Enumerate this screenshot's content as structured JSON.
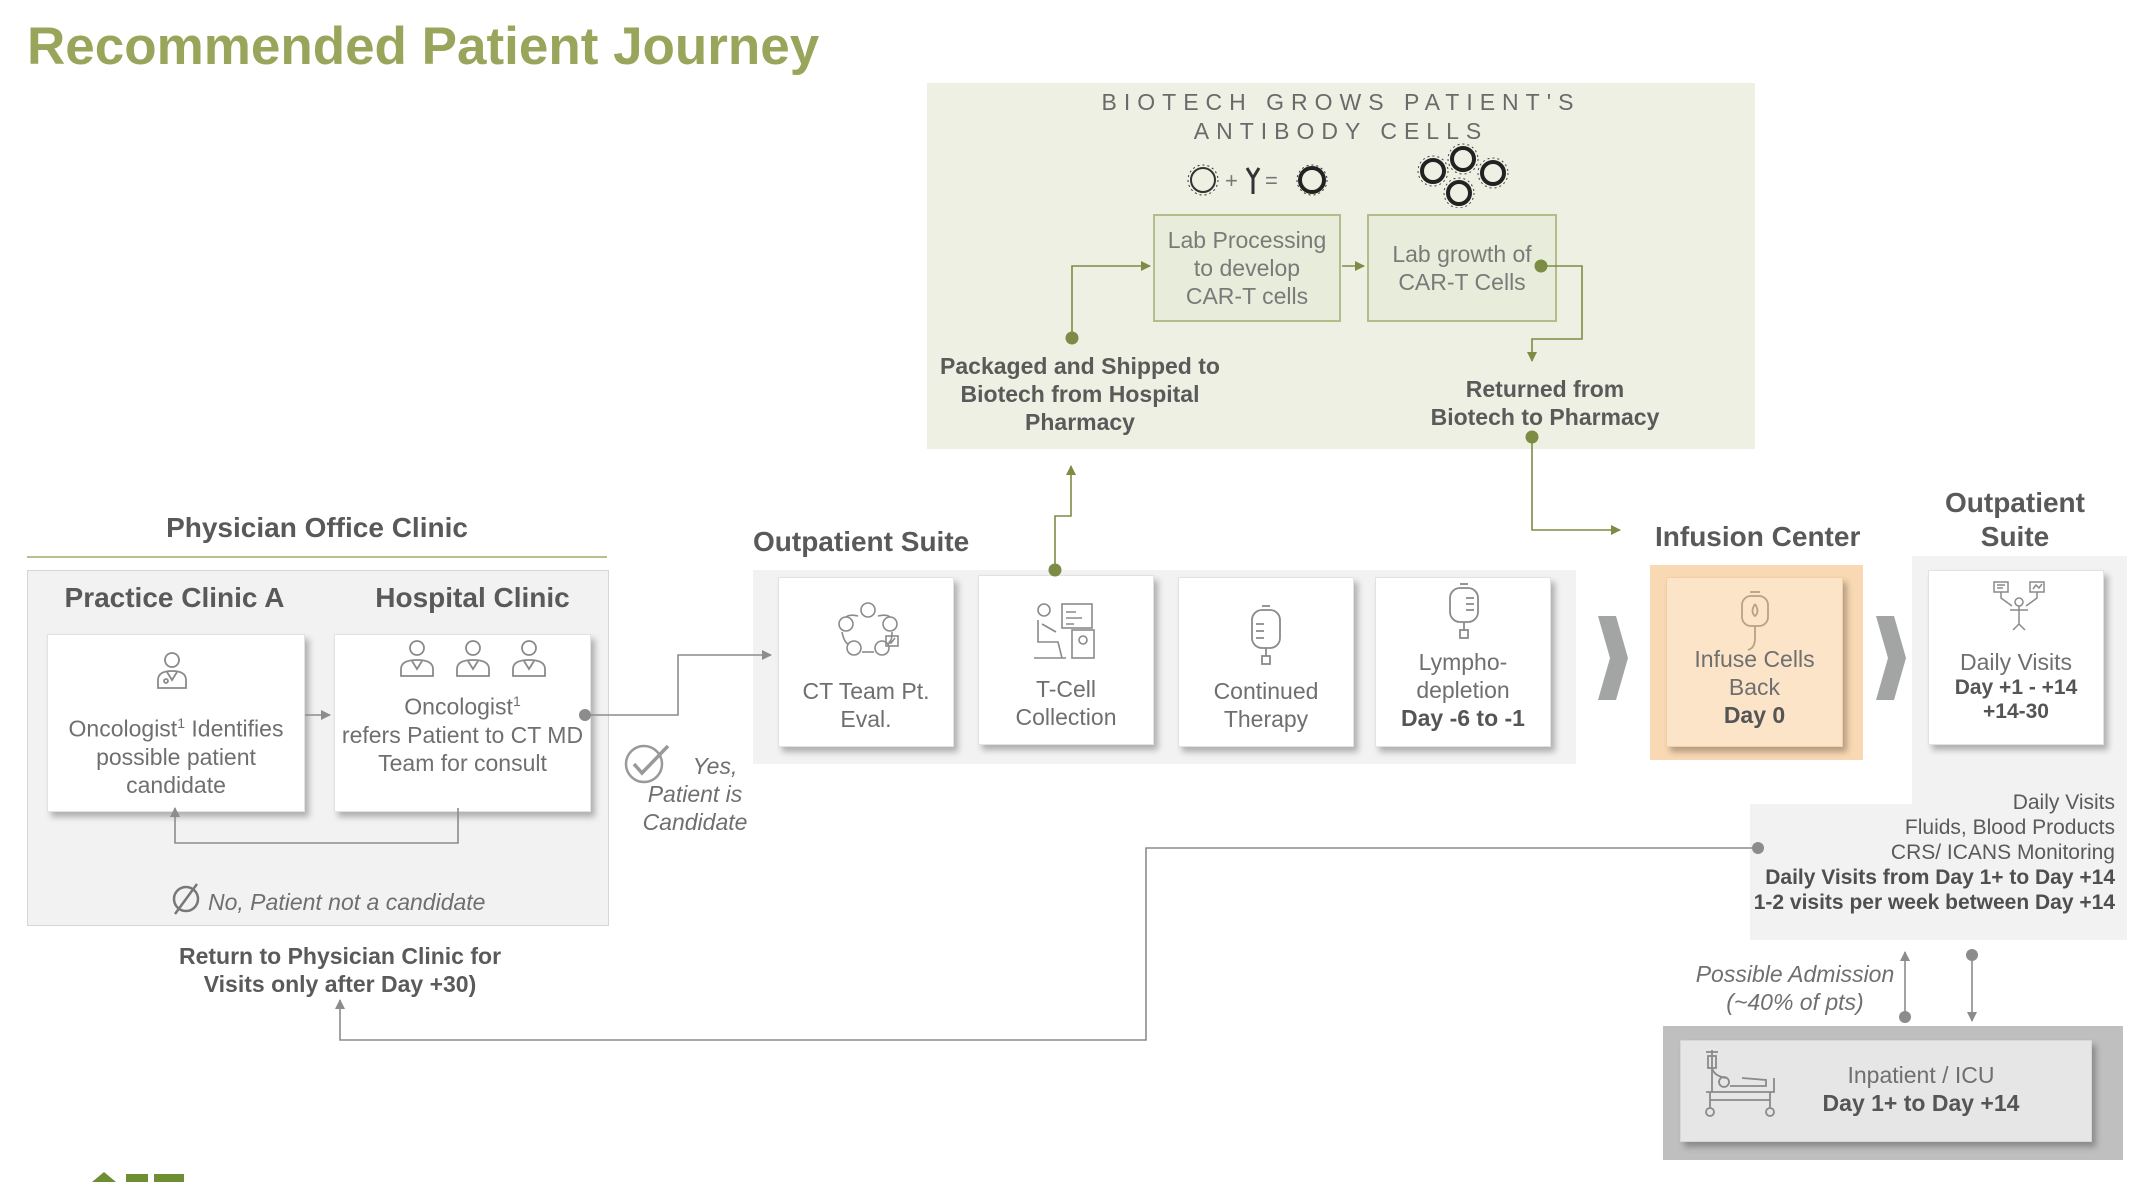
{
  "title": "Recommended Patient Journey",
  "biotech": {
    "heading_line1": "BIOTECH GROWS PATIENT'S",
    "heading_line2": "ANTIBODY CELLS",
    "lab_processing": [
      "Lab Processing",
      "to develop",
      "CAR-T cells"
    ],
    "lab_growth": [
      "Lab growth of",
      "CAR-T Cells"
    ],
    "packaged": [
      "Packaged and Shipped to",
      "Biotech from Hospital",
      "Pharmacy"
    ],
    "returned": [
      "Returned from",
      "Biotech to Pharmacy"
    ]
  },
  "physician": {
    "section_title": "Physician Office Clinic",
    "practice_clinic": "Practice Clinic A",
    "hospital_clinic": "Hospital Clinic",
    "oncologist_identifies": {
      "pre": "Oncologist",
      "sup": "1",
      "post": " Identifies",
      "line2": "possible patient",
      "line3": "candidate"
    },
    "oncologist_refers": {
      "pre": "Oncologist",
      "sup": "1",
      "line2": "refers Patient to CT MD",
      "line3": "Team for consult"
    },
    "not_candidate": "No, Patient not a candidate",
    "return_note": [
      "Return to Physician Clinic for",
      "Visits only after Day +30)"
    ]
  },
  "yes_candidate": [
    "Yes,",
    "Patient is",
    "Candidate"
  ],
  "outpatient_suite": {
    "title": "Outpatient Suite",
    "cards": [
      {
        "line1": "CT Team Pt.",
        "line2": "Eval.",
        "line3": ""
      },
      {
        "line1": "T-Cell",
        "line2": "Collection",
        "line3": ""
      },
      {
        "line1": "Continued",
        "line2": "Therapy",
        "line3": ""
      },
      {
        "line1": "Lympho-",
        "line2": "depletion",
        "line3": "Day -6 to -1"
      }
    ]
  },
  "infusion_center": {
    "title": "Infusion Center",
    "card": {
      "line1": "Infuse Cells",
      "line2": "Back",
      "line3": "Day 0"
    }
  },
  "outpatient_suite_2": {
    "title_line1": "Outpatient",
    "title_line2": "Suite",
    "card": {
      "line1": "Daily Visits",
      "line2": "Day +1 - +14",
      "line3": "+14-30"
    }
  },
  "daily_notes": {
    "lines": [
      "Daily Visits",
      "Fluids, Blood Products",
      "CRS/ ICANS Monitoring"
    ],
    "bold_lines": [
      "Daily Visits from Day 1+ to Day +14",
      "1-2 visits per week between Day +14"
    ]
  },
  "possible_admission": [
    "Possible Admission",
    "(~40% of pts)"
  ],
  "inpatient": {
    "line1": "Inpatient / ICU",
    "line2": "Day 1+ to Day +14"
  },
  "colors": {
    "olive": "#98a55a",
    "green_box": "#e8ecda",
    "orange": "#f9d9b3",
    "gray_panel": "#f2f2f2",
    "arrow": "#7d8c45"
  }
}
